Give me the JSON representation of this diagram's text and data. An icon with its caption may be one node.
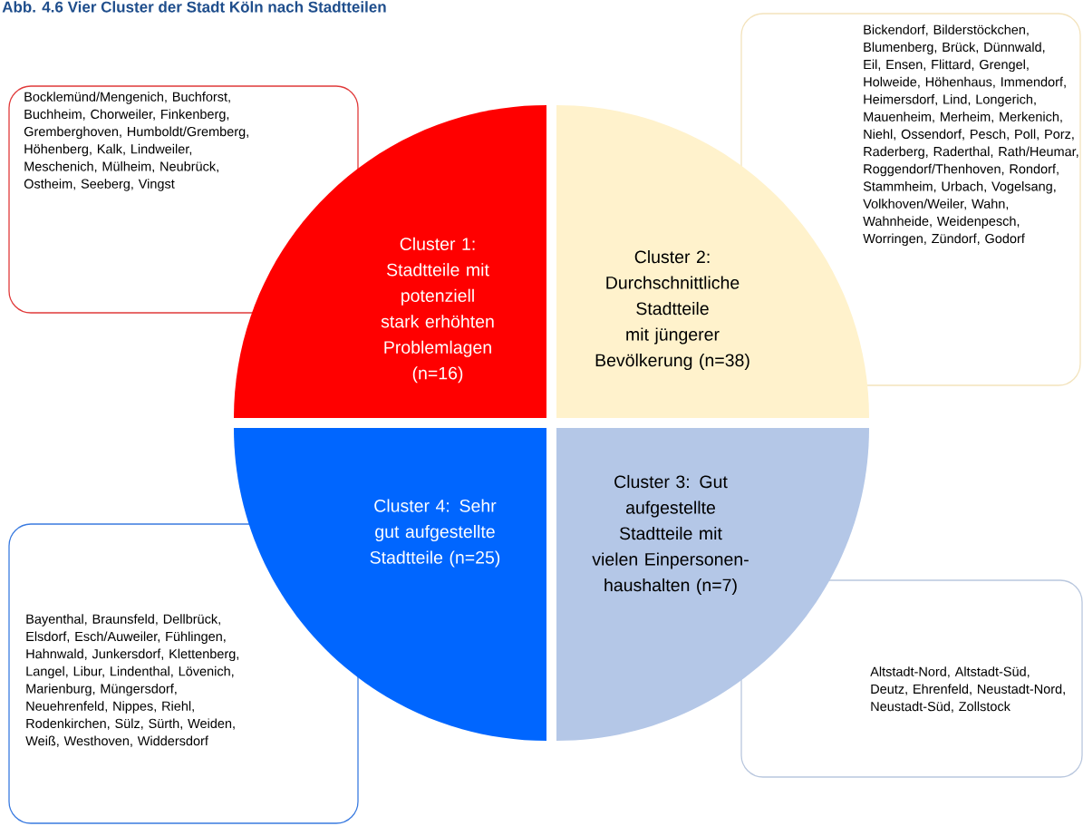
{
  "diagram": {
    "title": "Abb. 4.6 Vier Cluster der Stadt Köln nach Stadtteilen",
    "nodes": [
      {
        "text": [
          "Bocklemünd/Mengenich, Buchforst, Buchheim, Chorweiler, Finkenberg, Gremberghoven, Humboldt/Gremberg, Höhenberg, Kalk, Lindweiler, Meschenich, Mülheim, Neubrück, Ostheim, Seeberg, Vingst"
        ]
      },
      {
        "text": [
          "Cluster 1: Stadtteile mit potenziell stark erhöhten Problemlagen (n=16)"
        ]
      },
      {
        "text": [
          "Cluster 2: Durchschnittliche Stadtteile mit jüngerer Bevölkerung (n=38)"
        ]
      },
      {
        "text": [
          "Bickendorf, Bilderstöckchen, Blumenberg, Brück, Dünnwald, Eil, Ensen, Flittard, Grengel, Holweide, Höhenhaus, Immendorf, Heimersdorf, Lind, Longerich, Mauenheim, Merheim, Merkenich, Niehl, Ossendorf, Pesch, Poll, Porz, Raderberg, Raderthal, Rath/Heumar, Roggendorf/Thenhoven, Rondorf, Stammheim, Urbach, Vogelsang, Volkhoven/Weiler, Wahn, Wahnheide, Weidenpesch, Worringen, Zündorf, Godorf"
        ]
      },
      {
        "text": [
          "Cluster 4: Sehr gut aufgestellte Stadtteile (n=25)"
        ]
      },
      {
        "text": [
          "Cluster 3: Gut aufgestellte Stadtteile mit vielen Einpersonen-haushalten (n=7)"
        ]
      },
      {
        "text": [
          "Bayenthal, Braunsfeld, Dellbrück, Elsdorf, Esch/Auweiler, Fühlingen, Hahnwald, Junkersdorf, Klettenberg, Langel, Libur, Lindenthal, Lövenich, Marienburg, Müngersdorf, Neuehrenfeld, Nippes, Riehl, Rodenkirchen, Sülz, Sürth, Weiden, Weiß, Westhoven, Widdersdorf"
        ]
      },
      {
        "text": [
          "Altstadt-Nord, Altstadt-Süd, Deutz, Ehrenfeld, Neustadt-Nord, Neustadt-Süd, Zollstock"
        ]
      }
    ]
  }
}
